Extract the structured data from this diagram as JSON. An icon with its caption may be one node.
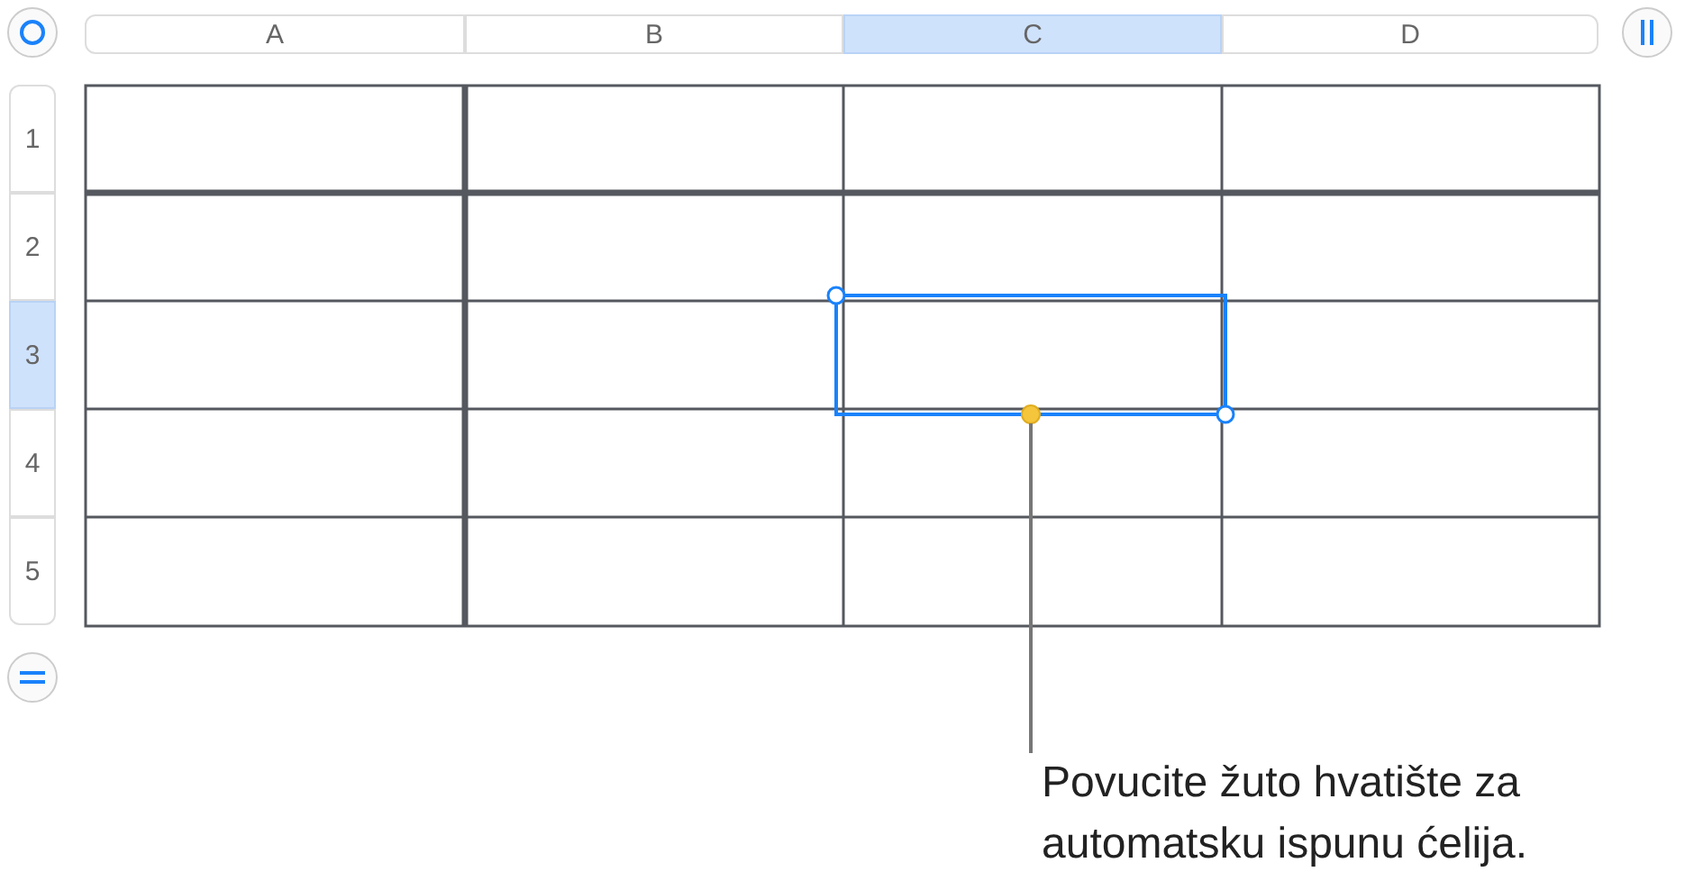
{
  "diagram": {
    "nodes": [
      {
        "text": [
          "Povucite žuto hvatište za automatsku ispunu ćelija."
        ]
      },
      {
        "text": [],
        "shape": "circle"
      }
    ],
    "edges": [
      {
        "from": 0,
        "to": 1,
        "arrow": "none"
      }
    ],
    "labels": [
      "A",
      "B",
      "C",
      "D",
      "1",
      "2",
      "3",
      "4",
      "5"
    ]
  }
}
